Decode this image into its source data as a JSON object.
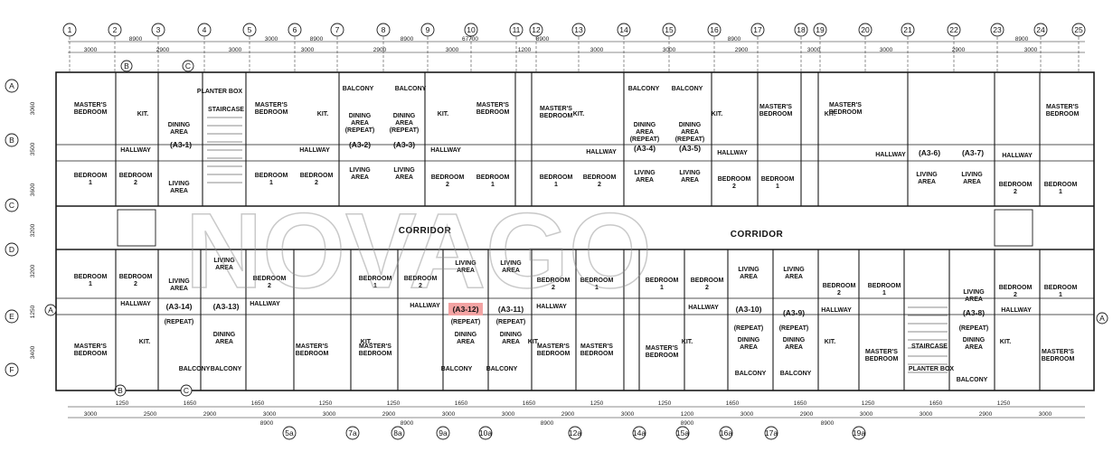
{
  "watermark": "NOVAGO",
  "grid": {
    "columns_top": [
      "1",
      "2",
      "3",
      "4",
      "5",
      "6",
      "7",
      "8",
      "9",
      "10",
      "11",
      "12",
      "13",
      "14",
      "15",
      "16",
      "17",
      "18",
      "19",
      "20",
      "21",
      "22",
      "23",
      "24",
      "25"
    ],
    "columns_bottom": [
      "5a",
      "7a",
      "8a",
      "9a",
      "10a",
      "12a",
      "14a",
      "15a",
      "16a",
      "17a",
      "19a"
    ],
    "rows_left": [
      "A",
      "B",
      "C",
      "D",
      "E",
      "F"
    ],
    "rows_right": [
      "A"
    ],
    "sub_top": [
      "B",
      "C"
    ],
    "sub_bottom": [
      "B",
      "C"
    ]
  },
  "corridor_labels": [
    "CORRIDOR",
    "CORRIDOR"
  ],
  "units": {
    "top": [
      "(A3-1)",
      "(A3-2)",
      "(A3-3)",
      "(A3-4)",
      "(A3-5)",
      "(A3-6)",
      "(A3-7)"
    ],
    "bottom": [
      "(A3-14)",
      "(A3-13)",
      "(A3-12)",
      "(A3-11)",
      "(A3-10)",
      "(A3-9)",
      "(A3-8)"
    ],
    "highlighted": "(A3-12)",
    "highlight_color": "#f3a3a3"
  },
  "rooms": {
    "masters_bedroom": "MASTER'S BEDROOM",
    "bedroom_1": "BEDROOM 1",
    "bedroom_2": "BEDROOM 2",
    "living_area": "LIVING AREA",
    "dining_area": "DINING AREA",
    "repeat": "(REPEAT)",
    "hallway": "HALLWAY",
    "kit": "KIT.",
    "staircase": "STAIRCASE",
    "balcony": "BALCONY",
    "planter_box": "PLANTER BOX"
  },
  "dimensions": {
    "top_row1": [
      "8900",
      "3000",
      "8900",
      "8900",
      "67700",
      "8900",
      "8900",
      "8900"
    ],
    "top_row2": [
      "3000",
      "2900",
      "3000",
      "3000",
      "2900",
      "3000",
      "1200",
      "3000",
      "3000",
      "2900",
      "3000",
      "3000",
      "2900",
      "3000"
    ],
    "bottom_row1": [
      "1250",
      "1650",
      "1650",
      "1250",
      "1250",
      "1650",
      "1650",
      "1250",
      "1250",
      "1650",
      "1650",
      "1250",
      "1650",
      "1250"
    ],
    "bottom_row2": [
      "3000",
      "2500",
      "2900",
      "3000",
      "3000",
      "2900",
      "3000",
      "3000",
      "2900",
      "3000",
      "1200",
      "3000",
      "2900",
      "3000",
      "3000",
      "2900",
      "3000"
    ],
    "bottom_row3": [
      "8900",
      "8900",
      "8900",
      "8900",
      "8900"
    ],
    "side_left": [
      "3060",
      "3500",
      "3600",
      "3200",
      "3200",
      "1250",
      "3400"
    ]
  },
  "colors": {
    "line": "#1a1a1a",
    "highlight": "#f3a3a3"
  }
}
